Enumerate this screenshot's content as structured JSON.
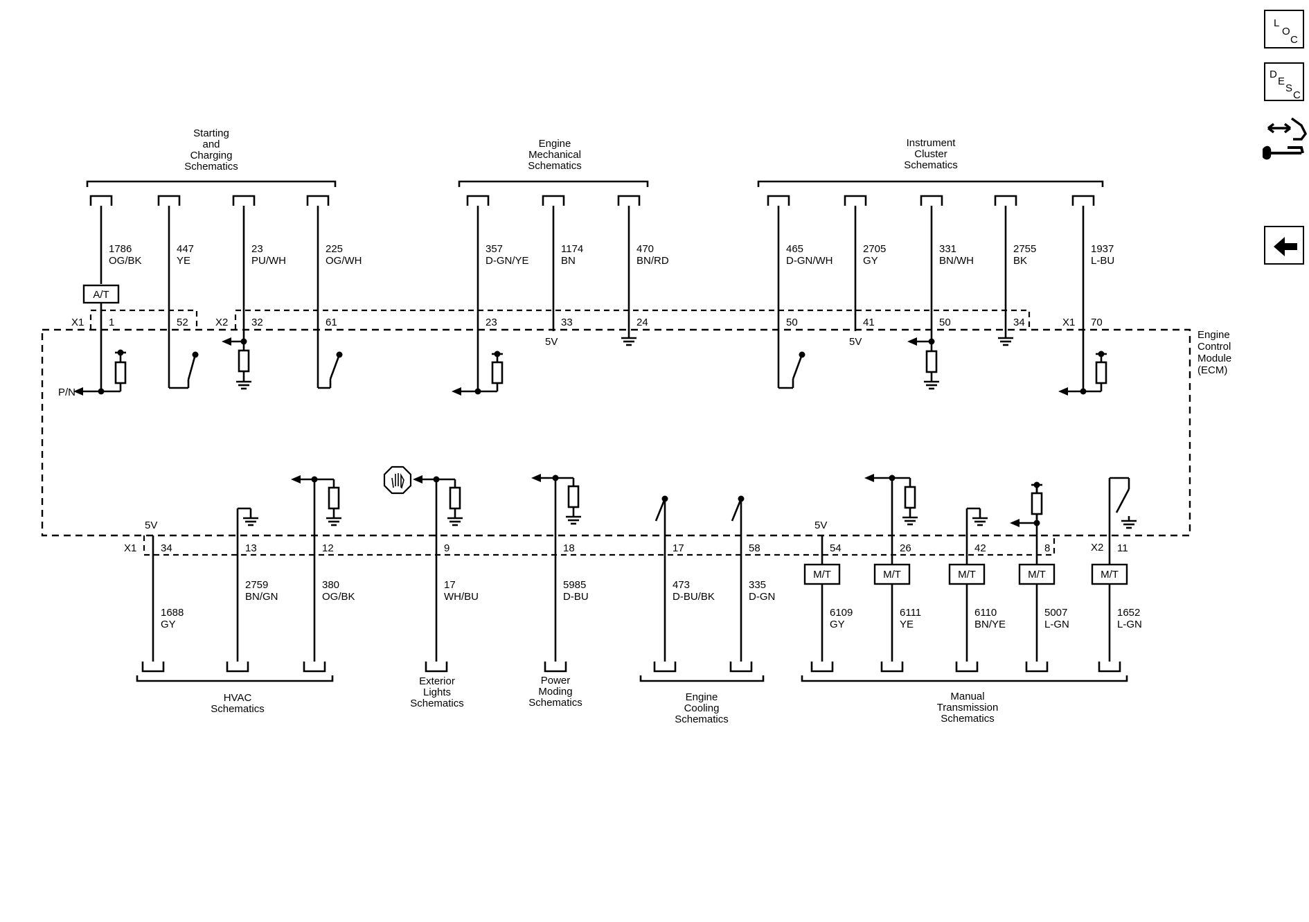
{
  "nav": {
    "loc": {
      "letters": [
        "L",
        "O",
        "C"
      ]
    },
    "desc": {
      "letters": [
        "D",
        "E",
        "S",
        "C"
      ]
    },
    "cross_reference_icon": "connector-wrench-icon",
    "back_icon": "left-arrow-icon"
  },
  "module": {
    "label": [
      "Engine",
      "Control",
      "Module",
      "(ECM)"
    ]
  },
  "groups_top": [
    {
      "id": "starting",
      "label": [
        "Starting",
        "and",
        "Charging",
        "Schematics"
      ]
    },
    {
      "id": "engine-mech",
      "label": [
        "Engine",
        "Mechanical",
        "Schematics"
      ]
    },
    {
      "id": "instrument",
      "label": [
        "Instrument",
        "Cluster",
        "Schematics"
      ]
    }
  ],
  "groups_bottom": [
    {
      "id": "hvac",
      "label": [
        "HVAC",
        "Schematics"
      ]
    },
    {
      "id": "exterior",
      "label": [
        "Exterior",
        "Lights",
        "Schematics"
      ]
    },
    {
      "id": "power",
      "label": [
        "Power",
        "Moding",
        "Schematics"
      ]
    },
    {
      "id": "cooling",
      "label": [
        "Engine",
        "Cooling",
        "Schematics"
      ]
    },
    {
      "id": "manual",
      "label": [
        "Manual",
        "Transmission",
        "Schematics"
      ]
    }
  ],
  "top_wires": [
    {
      "circuit": "1786",
      "color": "OG/BK",
      "pin": "1",
      "option": "A/T"
    },
    {
      "circuit": "447",
      "color": "YE",
      "pin": "52"
    },
    {
      "circuit": "23",
      "color": "PU/WH",
      "pin": "32"
    },
    {
      "circuit": "225",
      "color": "OG/WH",
      "pin": "61"
    },
    {
      "circuit": "357",
      "color": "D-GN/YE",
      "pin": "23"
    },
    {
      "circuit": "1174",
      "color": "BN",
      "pin": "33"
    },
    {
      "circuit": "470",
      "color": "BN/RD",
      "pin": "24"
    },
    {
      "circuit": "465",
      "color": "D-GN/WH",
      "pin": "50"
    },
    {
      "circuit": "2705",
      "color": "GY",
      "pin": "41"
    },
    {
      "circuit": "331",
      "color": "BN/WH",
      "pin": "50"
    },
    {
      "circuit": "2755",
      "color": "BK",
      "pin": "34"
    },
    {
      "circuit": "1937",
      "color": "L-BU",
      "pin": "70"
    }
  ],
  "bottom_wires": [
    {
      "circuit": "1688",
      "color": "GY",
      "pin": "34"
    },
    {
      "circuit": "2759",
      "color": "BN/GN",
      "pin": "13"
    },
    {
      "circuit": "380",
      "color": "OG/BK",
      "pin": "12"
    },
    {
      "circuit": "17",
      "color": "WH/BU",
      "pin": "9"
    },
    {
      "circuit": "5985",
      "color": "D-BU",
      "pin": "18"
    },
    {
      "circuit": "473",
      "color": "D-BU/BK",
      "pin": "17"
    },
    {
      "circuit": "335",
      "color": "D-GN",
      "pin": "58"
    },
    {
      "circuit": "6109",
      "color": "GY",
      "pin": "54",
      "option": "M/T"
    },
    {
      "circuit": "6111",
      "color": "YE",
      "pin": "26",
      "option": "M/T"
    },
    {
      "circuit": "6110",
      "color": "BN/YE",
      "pin": "42",
      "option": "M/T"
    },
    {
      "circuit": "5007",
      "color": "L-GN",
      "pin": "8",
      "option": "M/T"
    },
    {
      "circuit": "1652",
      "color": "L-GN",
      "pin": "11",
      "option": "M/T"
    }
  ],
  "connectors": {
    "x1_top": "X1",
    "x2_top": "X2",
    "x1_top_right": "X1",
    "x1_bottom": "X1",
    "x2_bottom": "X2"
  },
  "misc": {
    "pn_label": "P/N",
    "v5": "5V",
    "stop_icon": "hand-stop-icon"
  }
}
